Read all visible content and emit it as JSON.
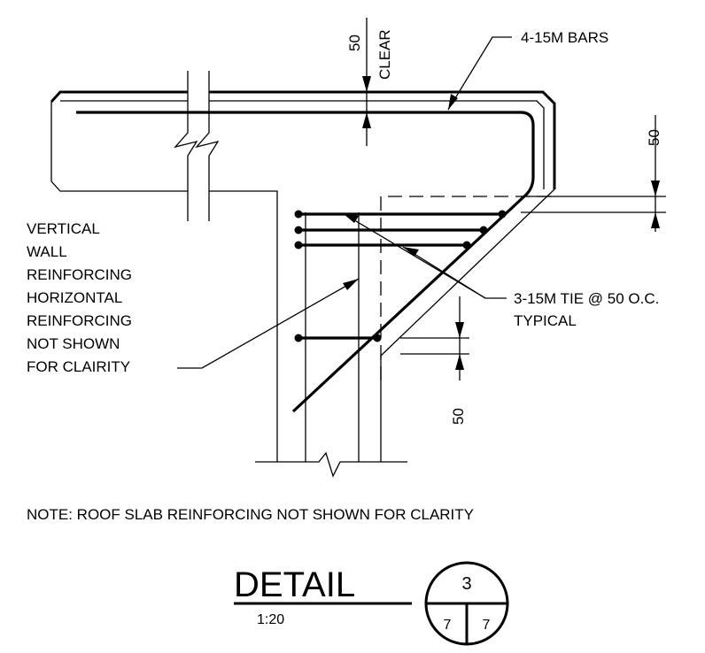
{
  "labels": {
    "bars": "4-15M BARS",
    "clear_value": "50",
    "clear_text": "CLEAR",
    "dim_top_right": "50",
    "dim_bottom": "50",
    "tie": "3-15M TIE @ 50 O.C.",
    "tie_typical": "TYPICAL",
    "vertical_note": [
      "VERTICAL",
      "WALL",
      "REINFORCING",
      "HORIZONTAL",
      "REINFORCING",
      "NOT SHOWN",
      "FOR CLAIRITY"
    ],
    "general_note": "NOTE: ROOF SLAB REINFORCING NOT SHOWN FOR CLARITY"
  },
  "title_block": {
    "title": "DETAIL",
    "scale": "1:20",
    "detail_number": "3",
    "sheet_left": "7",
    "sheet_right": "7"
  }
}
